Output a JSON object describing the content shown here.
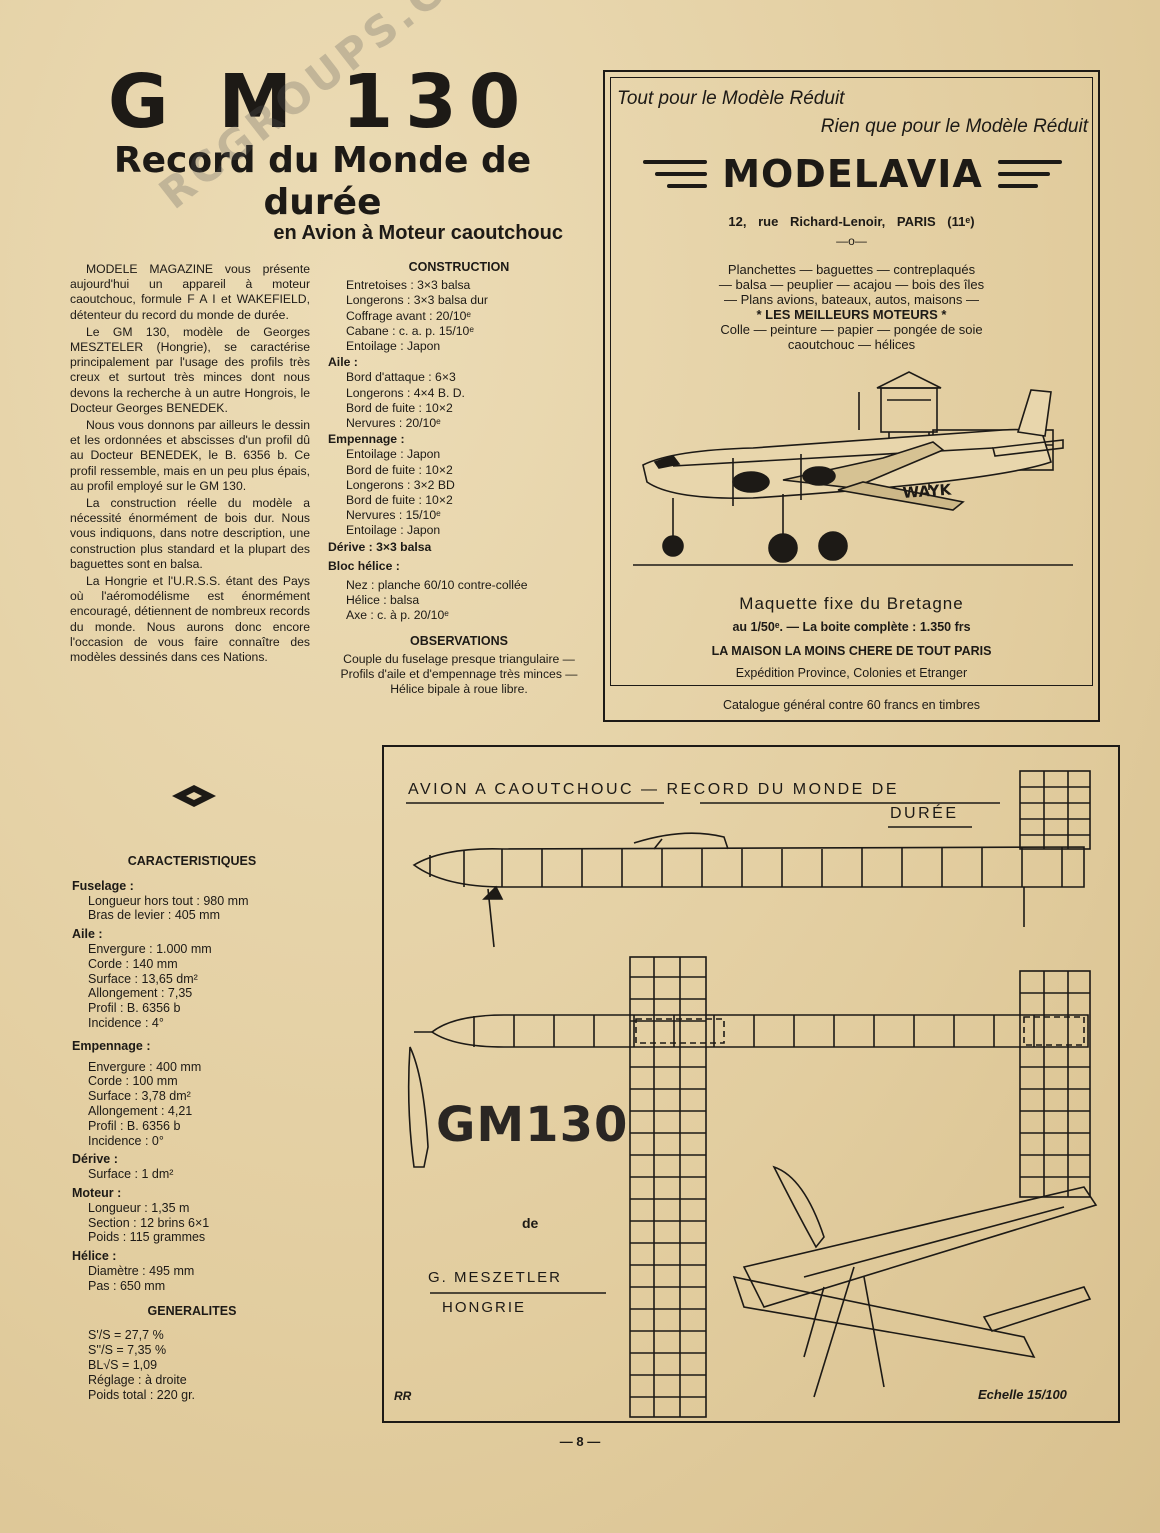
{
  "header": {
    "title": "G M 130",
    "subtitle": "Record du Monde de durée",
    "subtitle2": "en Avion à Moteur caoutchouc",
    "watermark": "RCGROUPS.COM"
  },
  "article": {
    "paragraphs": [
      "MODELE MAGAZINE vous présente aujourd'hui un appareil à moteur caoutchouc, formule F A I et WAKEFIELD, détenteur du record du monde de durée.",
      "Le GM 130, modèle de Georges MESZTELER (Hongrie), se caractérise principalement par l'usage des profils très creux et surtout très minces dont nous devons la recherche à un autre Hongrois, le Docteur Georges BENEDEK.",
      "Nous vous donnons par ailleurs le dessin et les ordonnées et abscisses d'un profil dû au Docteur BENEDEK, le B. 6356 b. Ce profil ressemble, mais en un peu plus épais, au profil employé sur le GM 130.",
      "La construction réelle du modèle a nécessité énormément de bois dur. Nous vous indiquons, dans notre description, une construction plus standard et la plupart des baguettes sont en balsa.",
      "La Hongrie et l'U.R.S.S. étant des Pays où l'aéromodélisme est énormément encouragé, détiennent de nombreux records du monde. Nous aurons donc encore l'occasion de vous faire connaître des modèles dessinés dans ces Nations."
    ]
  },
  "construction": {
    "heading": "CONSTRUCTION",
    "fuselage_lines": [
      "Entretoises : 3×3 balsa",
      "Longerons : 3×3 balsa dur",
      "Coffrage avant : 20/10ᵉ",
      "Cabane : c. a. p. 15/10ᵉ",
      "Entoilage : Japon"
    ],
    "aile_label": "Aile :",
    "aile_lines": [
      "Bord d'attaque : 6×3",
      "Longerons : 4×4 B. D.",
      "Bord de fuite : 10×2",
      "Nervures : 20/10ᵉ"
    ],
    "empennage_label": "Empennage :",
    "empennage_lines": [
      "Entoilage : Japon",
      "Bord de fuite : 10×2",
      "Longerons : 3×2 BD",
      "Bord de fuite : 10×2",
      "Nervures : 15/10ᵉ",
      "Entoilage : Japon"
    ],
    "derive_line": "Dérive : 3×3 balsa",
    "bloc_label": "Bloc hélice :",
    "bloc_lines": [
      "Nez : planche 60/10 contre-collée",
      "Hélice : balsa",
      "Axe : c. à p. 20/10ᵉ"
    ]
  },
  "observations": {
    "heading": "OBSERVATIONS",
    "text": "Couple du fuselage presque triangulaire — Profils d'aile et d'empennage très minces — Hélice bipale à roue libre."
  },
  "caracteristiques": {
    "heading": "CARACTERISTIQUES",
    "groups": [
      {
        "label": "Fuselage :",
        "lines": [
          "Longueur hors tout : 980 mm",
          "Bras de levier : 405 mm"
        ]
      },
      {
        "label": "Aile :",
        "lines": [
          "Envergure : 1.000 mm",
          "Corde : 140 mm",
          "Surface : 13,65 dm²",
          "Allongement : 7,35",
          "Profil : B. 6356 b",
          "Incidence : 4°"
        ]
      },
      {
        "label": "Empennage :",
        "lines": [
          "Envergure : 400 mm",
          "Corde : 100 mm",
          "Surface : 3,78 dm²",
          "Allongement : 4,21",
          "Profil : B. 6356 b",
          "Incidence : 0°"
        ]
      },
      {
        "label": "Dérive :",
        "lines": [
          "Surface : 1 dm²"
        ]
      },
      {
        "label": "Moteur :",
        "lines": [
          "Longueur : 1,35 m",
          "Section : 12 brins 6×1",
          "Poids : 115 grammes"
        ]
      },
      {
        "label": "Hélice :",
        "lines": [
          "Diamètre : 495 mm",
          "Pas : 650 mm"
        ]
      }
    ],
    "generalites_heading": "GENERALITES",
    "generalites_lines": [
      "S'/S = 27,7 %",
      "S''/S = 7,35 %",
      "BL√S = 1,09",
      "Réglage : à droite",
      "Poids total : 220 gr."
    ]
  },
  "ad": {
    "tagline1": "Tout pour le Modèle Réduit",
    "tagline2": "Rien que pour le Modèle Réduit",
    "brand": "MODELAVIA",
    "address": "12, rue Richard-Lenoir, PARIS (11ᵉ)",
    "separator": "—o—",
    "list_lines": [
      "Planchettes — baguettes — contreplaqués",
      "— balsa — peuplier — acajou — bois des îles",
      "— Plans avions, bateaux, autos, maisons —"
    ],
    "bold_line": "*   LES MEILLEURS MOTEURS   *",
    "list_lines2": [
      "Colle — peinture — papier — pongée de soie",
      "caoutchouc — hélices"
    ],
    "plane_marking": "WAYK",
    "maquette": "Maquette fixe du Bretagne",
    "price": "au 1/50ᵉ. — La boite complète : 1.350 frs",
    "maison": "LA MAISON LA MOINS CHERE DE TOUT PARIS",
    "expedition": "Expédition Province, Colonies et Etranger",
    "catalogue": "Catalogue général contre 60 francs en timbres"
  },
  "plan": {
    "title_line1": "AVION A CAOUTCHOUC — RECORD DU MONDE DE",
    "title_line2": "DURÉE",
    "model": "GM130",
    "de": "de",
    "author": "G. MESZETLER",
    "country": "HONGRIE",
    "signature": "RR",
    "scale": "Echelle 15/100"
  },
  "footer": {
    "page_number": "— 8 —"
  }
}
